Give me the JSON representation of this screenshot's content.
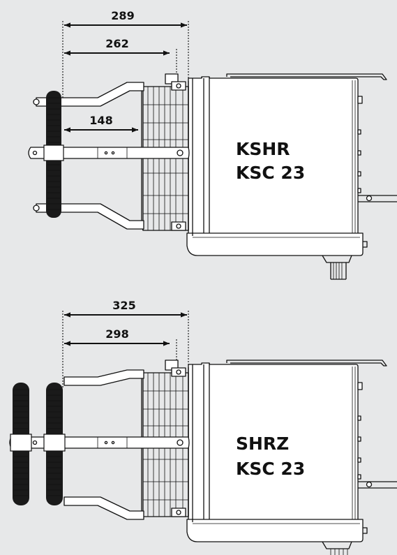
{
  "views": [
    {
      "model_line1": "KSHR",
      "model_line2": "KSC 23",
      "dimensions": [
        "289",
        "262",
        "148"
      ],
      "coil_sets": 1
    },
    {
      "model_line1": "SHRZ",
      "model_line2": "KSC 23",
      "dimensions": [
        "325",
        "298"
      ],
      "coil_sets": 2
    }
  ]
}
